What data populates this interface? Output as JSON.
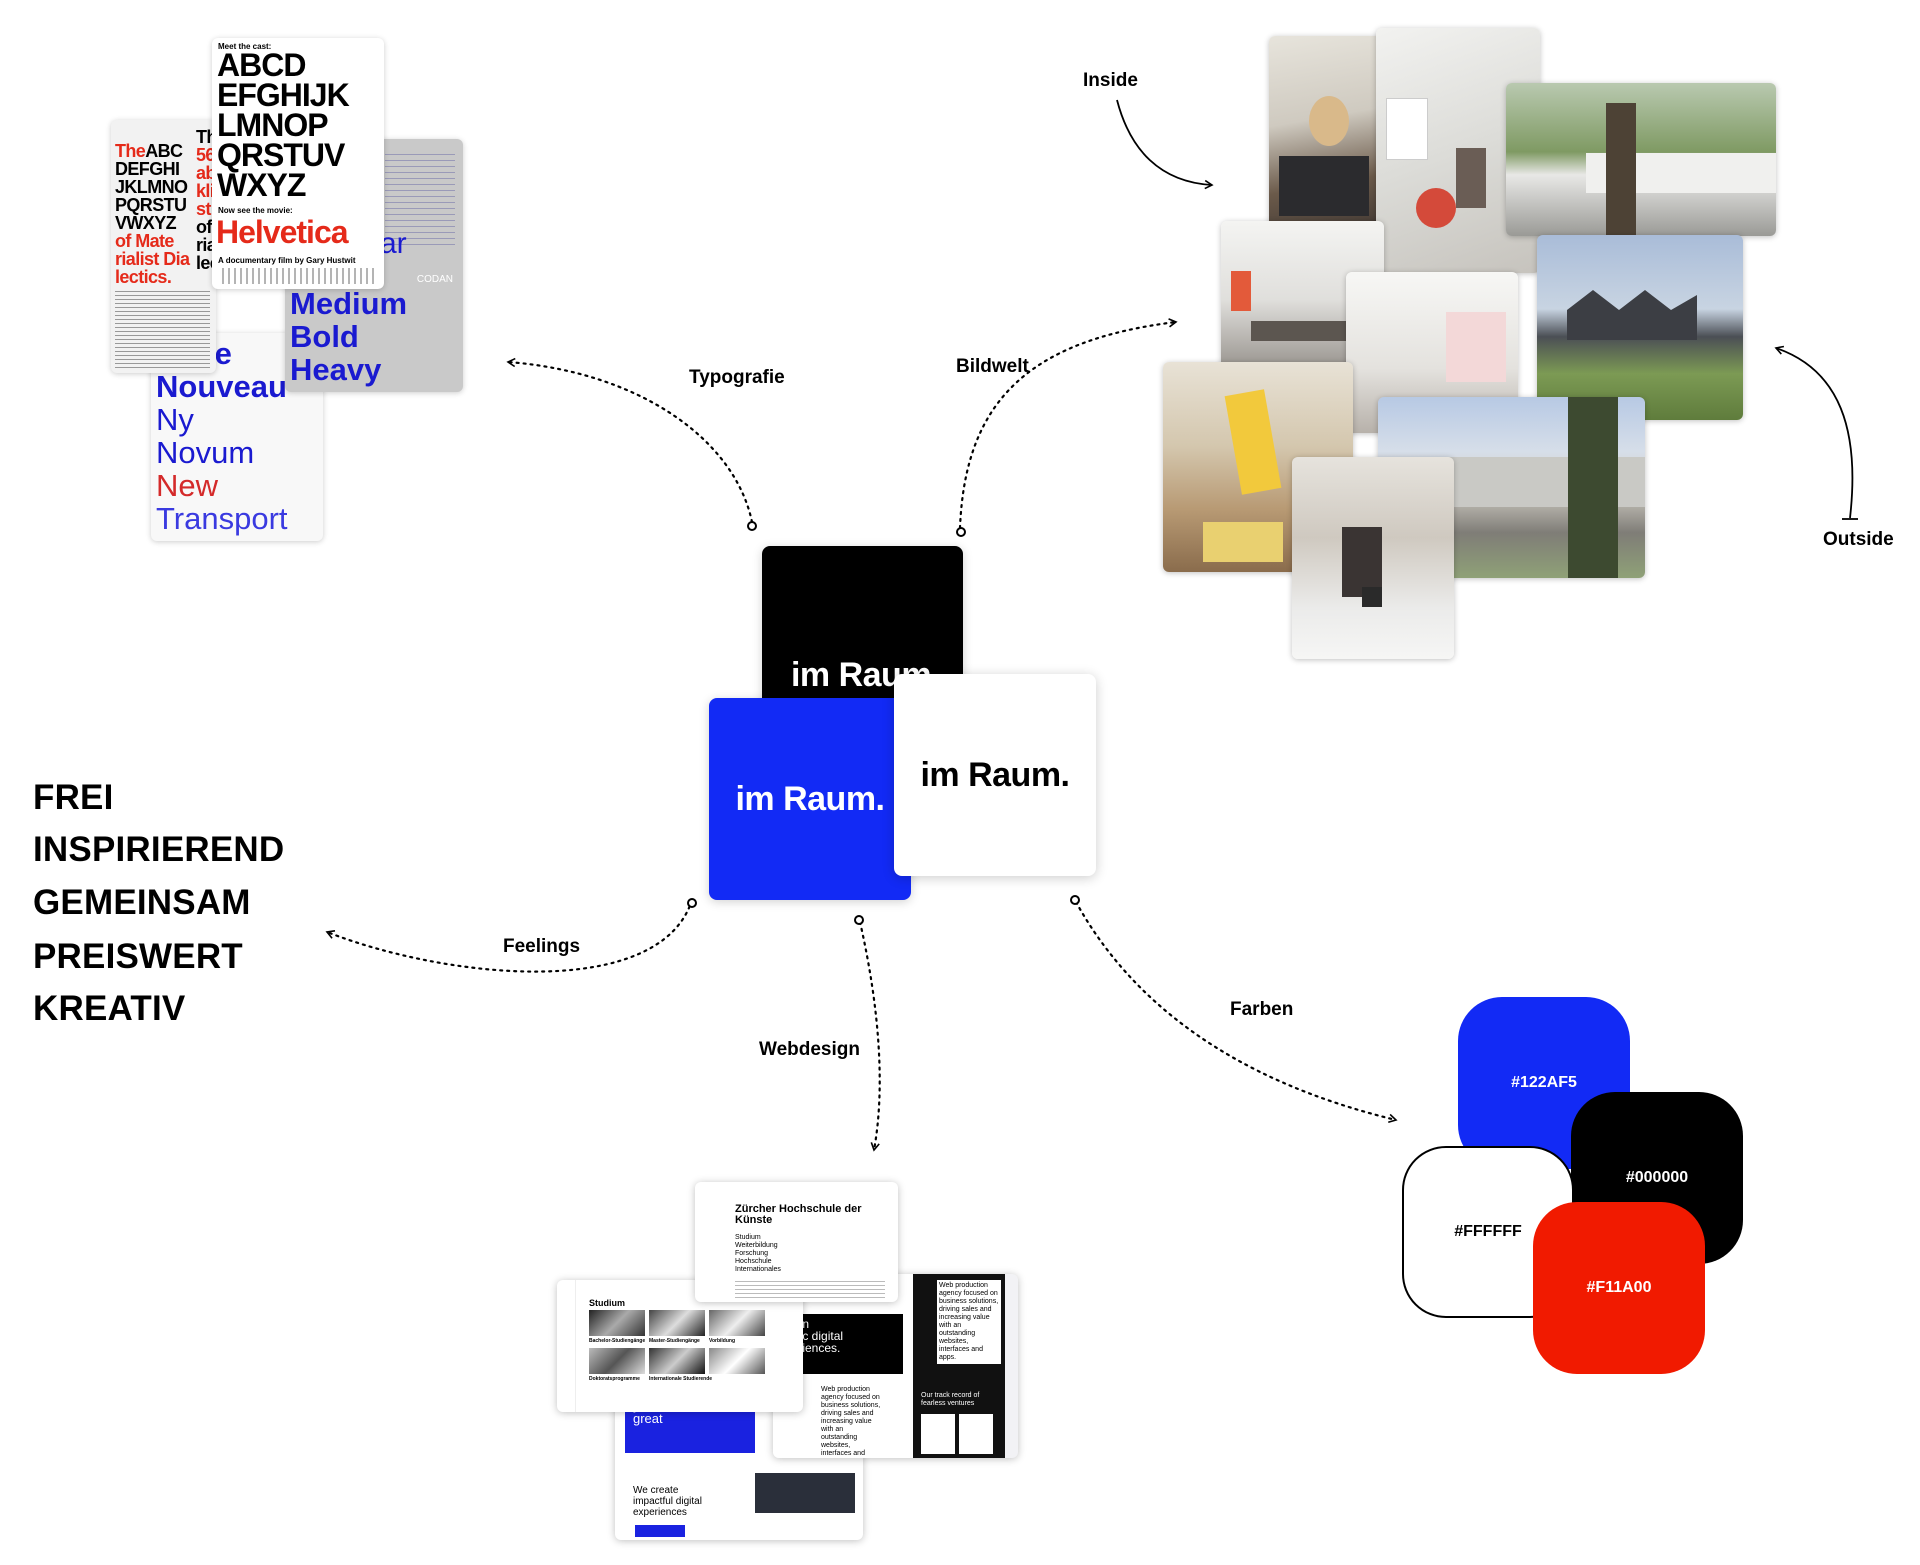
{
  "center": {
    "logo_text": "im Raum.",
    "colors": {
      "black": "#000000",
      "blue": "#122AF5",
      "white": "#FFFFFF"
    }
  },
  "branches": {
    "typografie": "Typografie",
    "bildwelt": "Bildwelt",
    "feelings": "Feelings",
    "webdesign": "Webdesign",
    "farben": "Farben",
    "inside": "Inside",
    "outside": "Outside"
  },
  "feelings": [
    "FREI",
    "INSPIRIEREND",
    "GEMEINSAM",
    "PREISWERT",
    "KREATIV"
  ],
  "colors": [
    {
      "hex": "#122AF5",
      "label": "#122AF5"
    },
    {
      "hex": "#000000",
      "label": "#000000"
    },
    {
      "hex": "#FFFFFF",
      "label": "#FFFFFF"
    },
    {
      "hex": "#F11A00",
      "label": "#F11A00"
    }
  ],
  "typography": {
    "poster1": {
      "header": "Meet the cast:",
      "letters": [
        "ABCD",
        "EFGHIJK",
        "LMNOP",
        "QRSTUV",
        "WXYZ"
      ],
      "sub": "Now see the movie:",
      "title": "Helvetica",
      "credit": "A documentary film by Gary Hustwit"
    },
    "poster2": {
      "red_lines": [
        "The",
        "of Mate",
        "rialist Dia",
        "lectics."
      ],
      "black_lines": [
        "ABC",
        "DEFGHI",
        "JKLMNO",
        "PQRSTU",
        "VWXYZ"
      ],
      "right_lines": [
        "Th",
        "56",
        "ab",
        "kli",
        "st",
        "of",
        "ria",
        "lec"
      ]
    },
    "poster3": {
      "weights": [
        "Medium",
        "Bold",
        "Heavy"
      ],
      "fragment": "ar",
      "brand": "CODAN"
    },
    "poster4": {
      "names": [
        "Neue",
        "Nouveau",
        "Ny",
        "Novum",
        "New",
        "Transport"
      ]
    }
  },
  "webdesign": {
    "page1": {
      "title": "Zürcher Hochschule der Künste",
      "menu": [
        "Studium",
        "Weiterbildung",
        "Forschung",
        "Hochschule",
        "Internationales"
      ]
    },
    "page2": {
      "heading": "Studium",
      "items": [
        "Bachelor-Studiengänge",
        "Master-Studiengänge",
        "Vorbildung",
        "Doktoratsprogramme",
        "Internationale Studierende"
      ]
    },
    "page3": {
      "hero": "uman\nentric digital\nxperiences.",
      "side": "Web production agency focused on business solutions, driving sales and increasing value with an outstanding websites, interfaces and apps.",
      "body": "Web production agency focused on business solutions, driving sales and increasing value with an outstanding websites, interfaces and apps.",
      "track": "Our track record of fearless ventures"
    },
    "page4": {
      "hero": "your brand great",
      "tag": "We create impactful digital experiences"
    }
  }
}
